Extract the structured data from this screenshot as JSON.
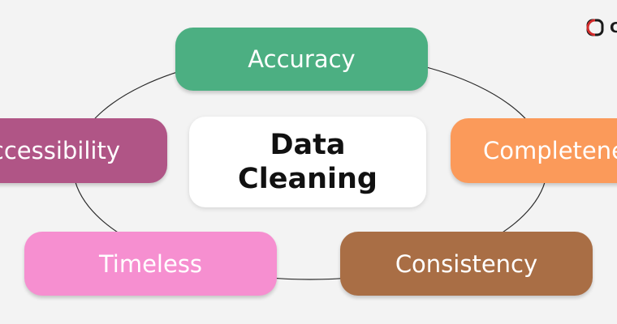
{
  "title": {
    "line1": "Data",
    "line2": "Cleaning"
  },
  "nodes": [
    {
      "id": "accuracy",
      "label": "Accuracy",
      "color": "#4caf82"
    },
    {
      "id": "completeness",
      "label": "Completeness",
      "color": "#fb9a5a"
    },
    {
      "id": "consistency",
      "label": "Consistency",
      "color": "#a96e45"
    },
    {
      "id": "timeless",
      "label": "Timeless",
      "color": "#f68fd0"
    },
    {
      "id": "accessibility",
      "label": "Accessibility",
      "color": "#b05586"
    }
  ],
  "logo": {
    "text": "C",
    "colors": [
      "#d22b2b",
      "#1a1a1a"
    ]
  }
}
